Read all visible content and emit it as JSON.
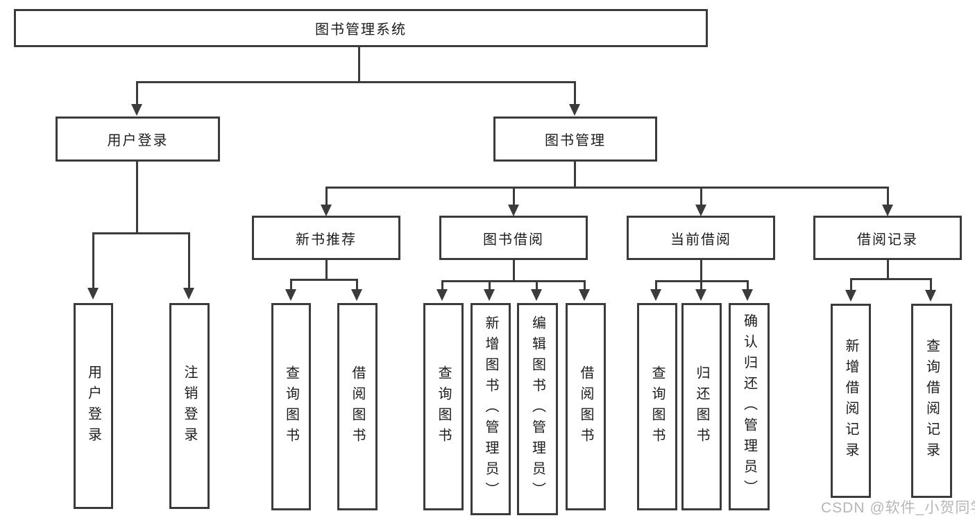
{
  "diagram_title": "图书管理系统",
  "nodes": {
    "root": "图书管理系统",
    "user_login": "用户登录",
    "book_mgmt": "图书管理",
    "login": "用户登录",
    "logout": "注销登录",
    "new_book_rec": "新书推荐",
    "book_borrow": "图书借阅",
    "current_borrow": "当前借阅",
    "borrow_records": "借阅记录",
    "nb_query": "查询图书",
    "nb_borrow": "借阅图书",
    "bb_query": "查询图书",
    "bb_add": "新增图书（管理员）",
    "bb_edit": "编辑图书（管理员）",
    "bb_borrow": "借阅图书",
    "cb_query": "查询图书",
    "cb_return": "归还图书",
    "cb_confirm": "确认归还（管理员）",
    "br_add": "新增借阅记录",
    "br_query": "查询借阅记录"
  },
  "watermark": "CSDN @软件_小贺同学",
  "colors": {
    "line": "#3b3b3b",
    "text": "#1c1c1c",
    "watermark": "#b6b6b6",
    "background": "#ffffff"
  }
}
